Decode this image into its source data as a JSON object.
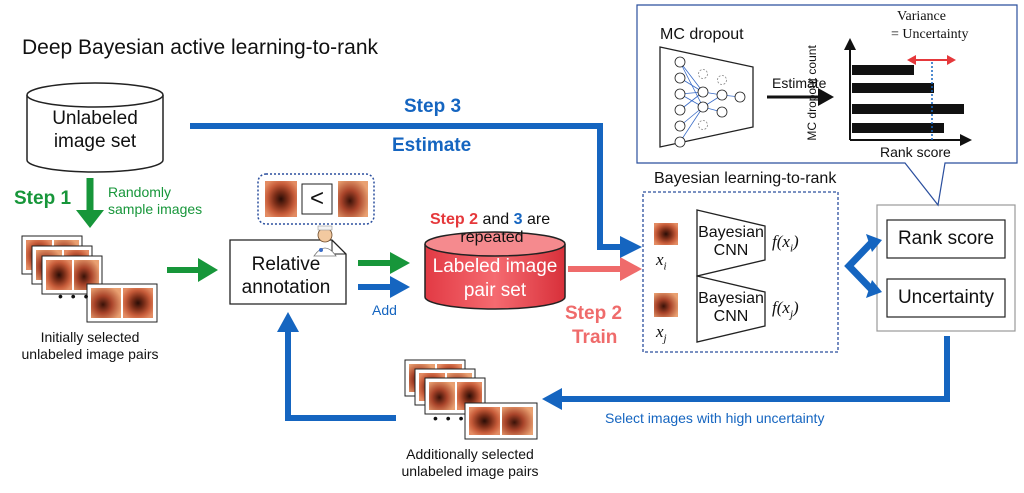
{
  "title": "Deep Bayesian active learning-to-rank",
  "unlabeled": {
    "line1": "Unlabeled",
    "line2": "image set"
  },
  "step1": {
    "label": "Step 1",
    "desc1": "Randomly",
    "desc2": "sample images"
  },
  "initial": {
    "line1": "Initially selected",
    "line2": "unlabeled image pairs"
  },
  "annotation": {
    "line1": "Relative",
    "line2": "annotation",
    "comparator": "<"
  },
  "add_label": "Add",
  "labeled": {
    "line1": "Labeled image",
    "line2": "pair set"
  },
  "repeat": {
    "step2": "Step 2",
    "and": " and ",
    "step3": "3",
    "are": " are",
    "line2": "repeated"
  },
  "step3": {
    "label": "Step 3",
    "desc": "Estimate"
  },
  "step2": {
    "label": "Step 2",
    "desc": "Train"
  },
  "bltr": {
    "title": "Bayesian learning-to-rank",
    "cnn1": {
      "line1": "Bayesian",
      "line2": "CNN"
    },
    "cnn2": {
      "line1": "Bayesian",
      "line2": "CNN"
    },
    "xi": "x",
    "xi_sub": "i",
    "xj": "x",
    "xj_sub": "j",
    "fxi": "f(x",
    "fxi_sub": "i",
    "fxi_close": ")",
    "fxj": "f(x",
    "fxj_sub": "j",
    "fxj_close": ")"
  },
  "outputs": {
    "rank": "Rank score",
    "uncertainty": "Uncertainty"
  },
  "mc": {
    "title": "MC dropout",
    "estimate": "Estimate",
    "variance1": "Variance",
    "variance2": "= Uncertainty",
    "ylabel": "MC dropout count",
    "xlabel": "Rank score"
  },
  "select_label": "Select images with high uncertainty",
  "additional": {
    "line1": "Additionally selected",
    "line2": "unlabeled image pairs"
  },
  "ellipsis": "• • •",
  "colors": {
    "blue": "#1565c0",
    "green": "#17963a",
    "red": "#e5383b",
    "salmon": "#ef6b6b",
    "cylinder_red": "#ee4d55",
    "annot_border": "#2b4f9e",
    "dark": "#111111"
  }
}
